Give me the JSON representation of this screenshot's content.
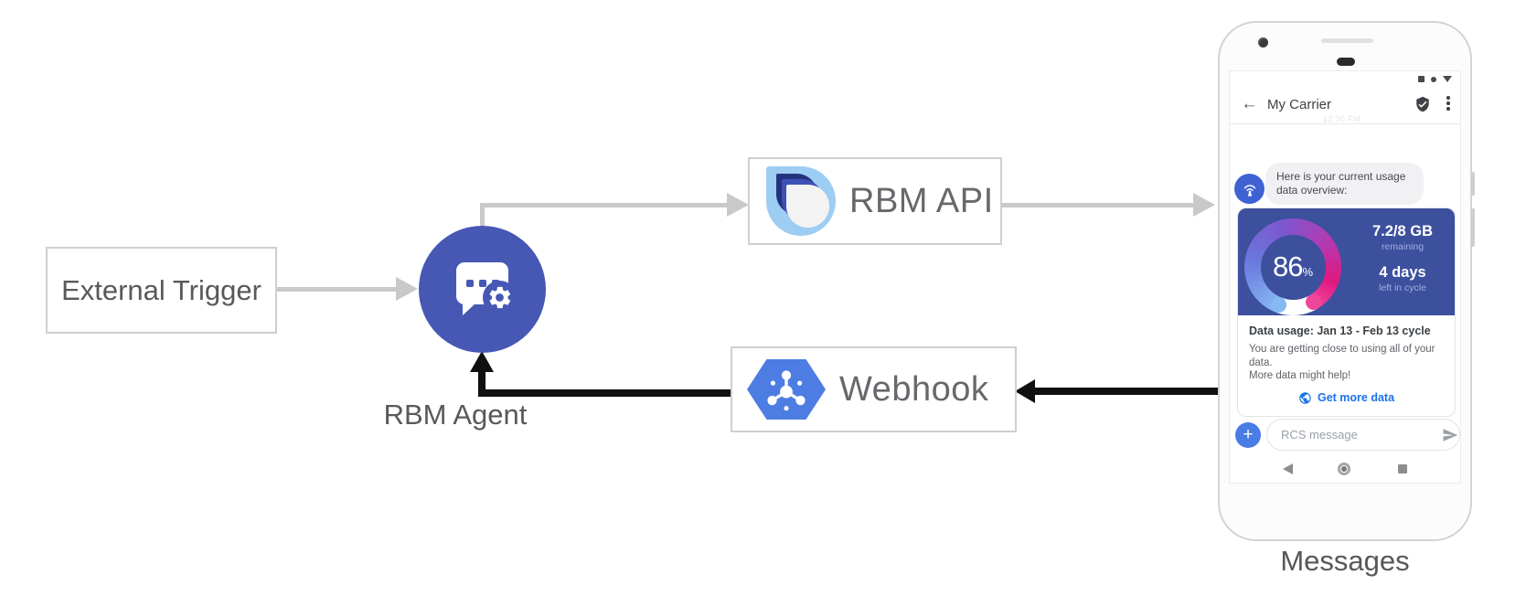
{
  "colors": {
    "agent_indigo": "#4658b4",
    "card_indigo": "#3d509e",
    "link_blue": "#1a73e8",
    "hexagon_blue": "#4d7de2",
    "avatar_blue": "#3f62d3",
    "arrow_gray": "#c9c9c9",
    "arrow_black": "#101010",
    "gauge_gradient": [
      "#86b9f4",
      "#6a77dc",
      "#7e55cd",
      "#b13cb4",
      "#e0187f",
      "#f0469a"
    ]
  },
  "diagram": {
    "external_trigger_label": "External Trigger",
    "rbm_agent_label": "RBM Agent",
    "rbm_api_label": "RBM API",
    "webhook_label": "Webhook",
    "phone_caption": "Messages"
  },
  "phone": {
    "status_icons": [
      "square",
      "dot",
      "triangle-down"
    ],
    "app_bar": {
      "back_icon": "←",
      "title": "My Carrier",
      "timestamp": "12:30 PM"
    },
    "chat": {
      "message_line1": "Here is your current usage",
      "message_line2": "data overview:"
    },
    "usage_card": {
      "gauge_percent": 86,
      "percent_value": "86",
      "percent_unit": "%",
      "remaining_value": "7.2/8 GB",
      "remaining_label": "remaining",
      "cycle_value": "4 days",
      "cycle_label": "left in cycle",
      "heading": "Data usage: Jan 13 - Feb 13 cycle",
      "body_line1": "You are getting close to using all of your data.",
      "body_line2": "More data might help!",
      "action_label": "Get more data"
    },
    "compose": {
      "plus_label": "+",
      "placeholder": "RCS message"
    }
  }
}
